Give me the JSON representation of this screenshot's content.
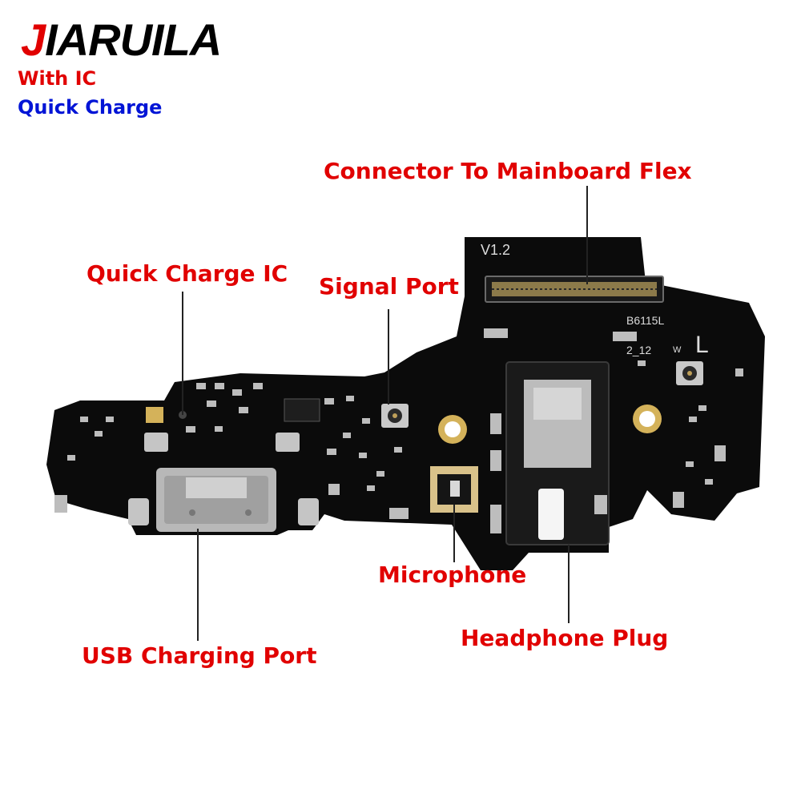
{
  "brand": {
    "j": "J",
    "rest": "IARUILA"
  },
  "subtitle_1": "With IC",
  "subtitle_2": "Quick Charge",
  "callouts": {
    "connector": "Connector To Mainboard Flex",
    "quick_charge_ic": "Quick Charge IC",
    "signal_port": "Signal Port",
    "microphone": "Microphone",
    "headphone_plug": "Headphone Plug",
    "usb_charging_port": "USB Charging Port"
  },
  "board_marks": {
    "version": "V1.2",
    "code": "B6115L",
    "code2": "2_12",
    "w": "W",
    "l": "L"
  },
  "colors": {
    "label_red": "#e10000",
    "subtitle_blue": "#0014d6",
    "pcb_black": "#0b0b0b",
    "gold_pad": "#d4b25a"
  }
}
